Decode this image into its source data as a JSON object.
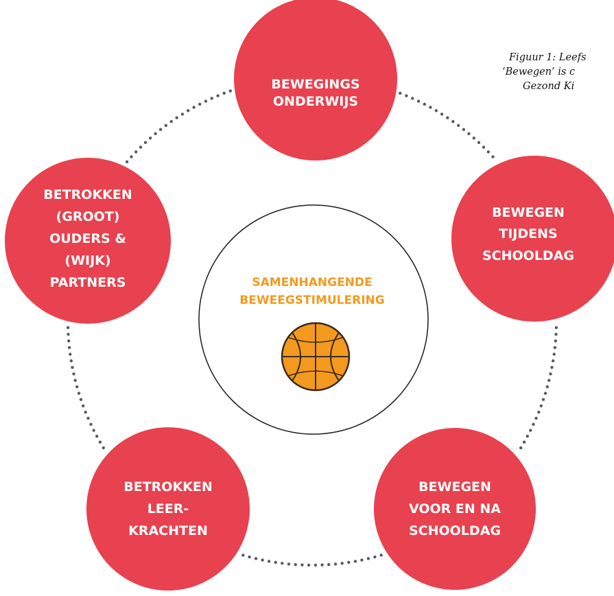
{
  "caption": {
    "lines": [
      "Figuur 1: Leefs",
      "‘Bewegen’ is c",
      "Gezond Ki"
    ]
  },
  "center": {
    "lines": [
      "SAMENHANGENDE",
      "BEWEEGSTIMULERING"
    ],
    "icon": "basketball-icon"
  },
  "nodes": [
    {
      "id": "bewegingsonderwijs",
      "lines": [
        "BEWEGINGS",
        "ONDERWIJS"
      ]
    },
    {
      "id": "bewegen-tijdens-schooldag",
      "lines": [
        "BEWEGEN",
        "TIJDENS",
        "SCHOOLDAG"
      ]
    },
    {
      "id": "bewegen-voor-en-na-schooldag",
      "lines": [
        "BEWEGEN",
        "VOOR EN NA",
        "SCHOOLDAG"
      ]
    },
    {
      "id": "betrokken-leerkrachten",
      "lines": [
        "BETROKKEN",
        "LEER-",
        "KRACHTEN"
      ]
    },
    {
      "id": "betrokken-ouders-partners",
      "lines": [
        "BETROKKEN",
        "(GROOT)",
        "OUDERS &",
        "(WIJK)",
        "PARTNERS"
      ]
    }
  ],
  "colors": {
    "node_fill": "#e8414f",
    "center_text": "#f39a1e",
    "ball_fill": "#f39a1e",
    "ball_lines": "#3a2a1a",
    "dots": "#555b5e"
  }
}
